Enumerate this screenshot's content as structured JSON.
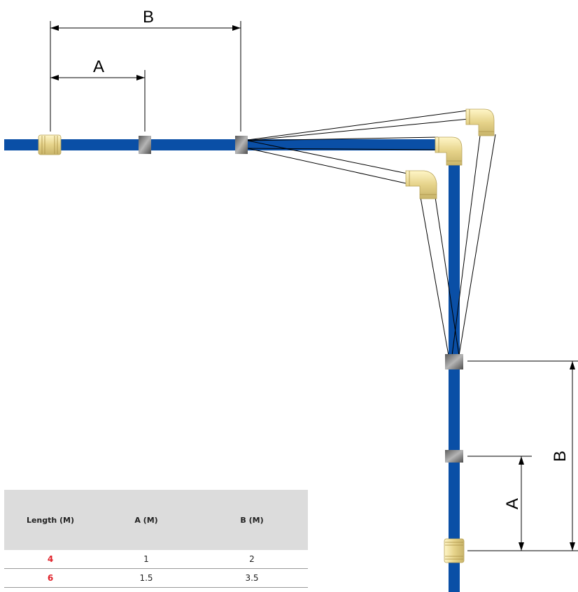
{
  "dimensions": {
    "horizontal": {
      "a_label": "A",
      "b_label": "B"
    },
    "vertical": {
      "a_label": "A",
      "b_label": "B"
    }
  },
  "table": {
    "headers": [
      "Length (M)",
      "A (M)",
      "B (M)"
    ],
    "rows": [
      {
        "length": "4",
        "a": "1",
        "b": "2"
      },
      {
        "length": "6",
        "a": "1.5",
        "b": "3.5"
      }
    ]
  },
  "colors": {
    "pipe": "#0a4fa6",
    "coupling": "#e8d9a0",
    "clamp": "#6f6f6f",
    "length_text": "#e0222a",
    "table_header_bg": "#dcdcdc"
  }
}
